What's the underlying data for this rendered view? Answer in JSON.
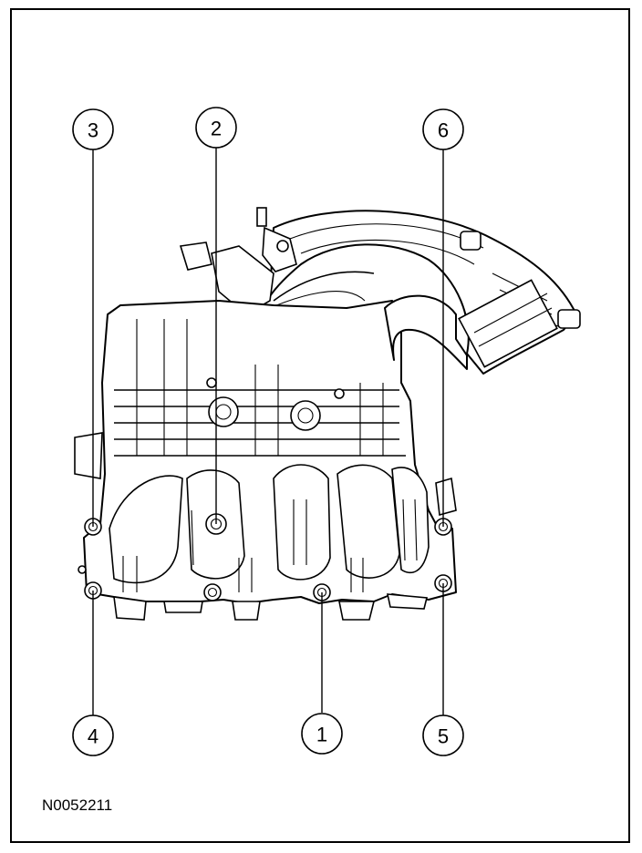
{
  "figure_id": "N0052211",
  "callouts": [
    {
      "number": "1"
    },
    {
      "number": "2"
    },
    {
      "number": "3"
    },
    {
      "number": "4"
    },
    {
      "number": "5"
    },
    {
      "number": "6"
    }
  ],
  "colors": {
    "line": "#000000",
    "background": "#ffffff"
  }
}
